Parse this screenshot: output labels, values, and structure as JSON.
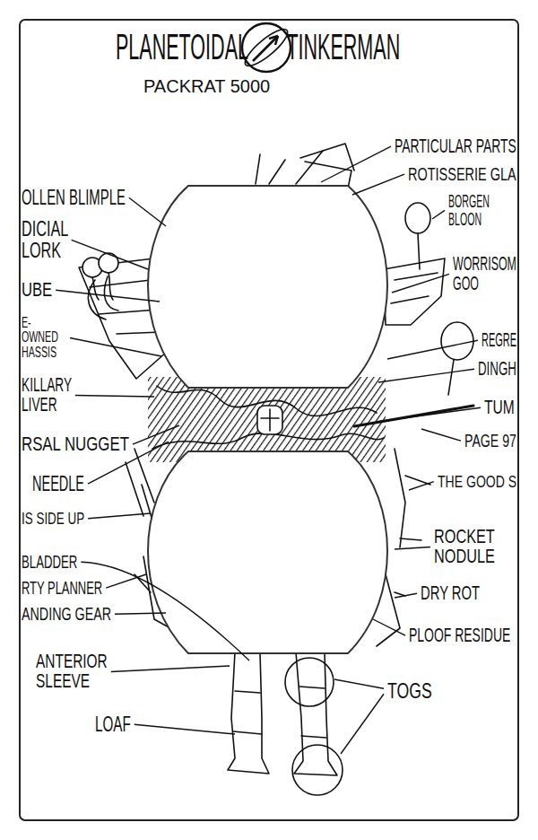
{
  "diagram": {
    "title": "PLANETOIDAL TINKERMAN",
    "labels": [
      "PACKRAT 5000",
      "OLLEN BLIMPLE",
      "DICIAL LORK",
      "UBE",
      "E-OWNED HASSIS",
      "KILLARY LIVER",
      "RSAL NUGGET",
      "NEEDLE",
      "IS SIDE UP",
      "BLADDER",
      "RTY PLANNER",
      "ANDING GEAR",
      "ANTERIOR SLEEVE",
      "LOAF",
      "PARTICULAR PARTS",
      "ROTISSERIE GLA",
      "BORGEN BLOON",
      "WORRISOM GOO",
      "REGRE",
      "DINGH",
      "TUM",
      "PAGE 97",
      "THE GOOD S",
      "ROCKET NODULE",
      "DRY ROT",
      "PLOOF RESIDUE",
      "TOGS"
    ]
  }
}
